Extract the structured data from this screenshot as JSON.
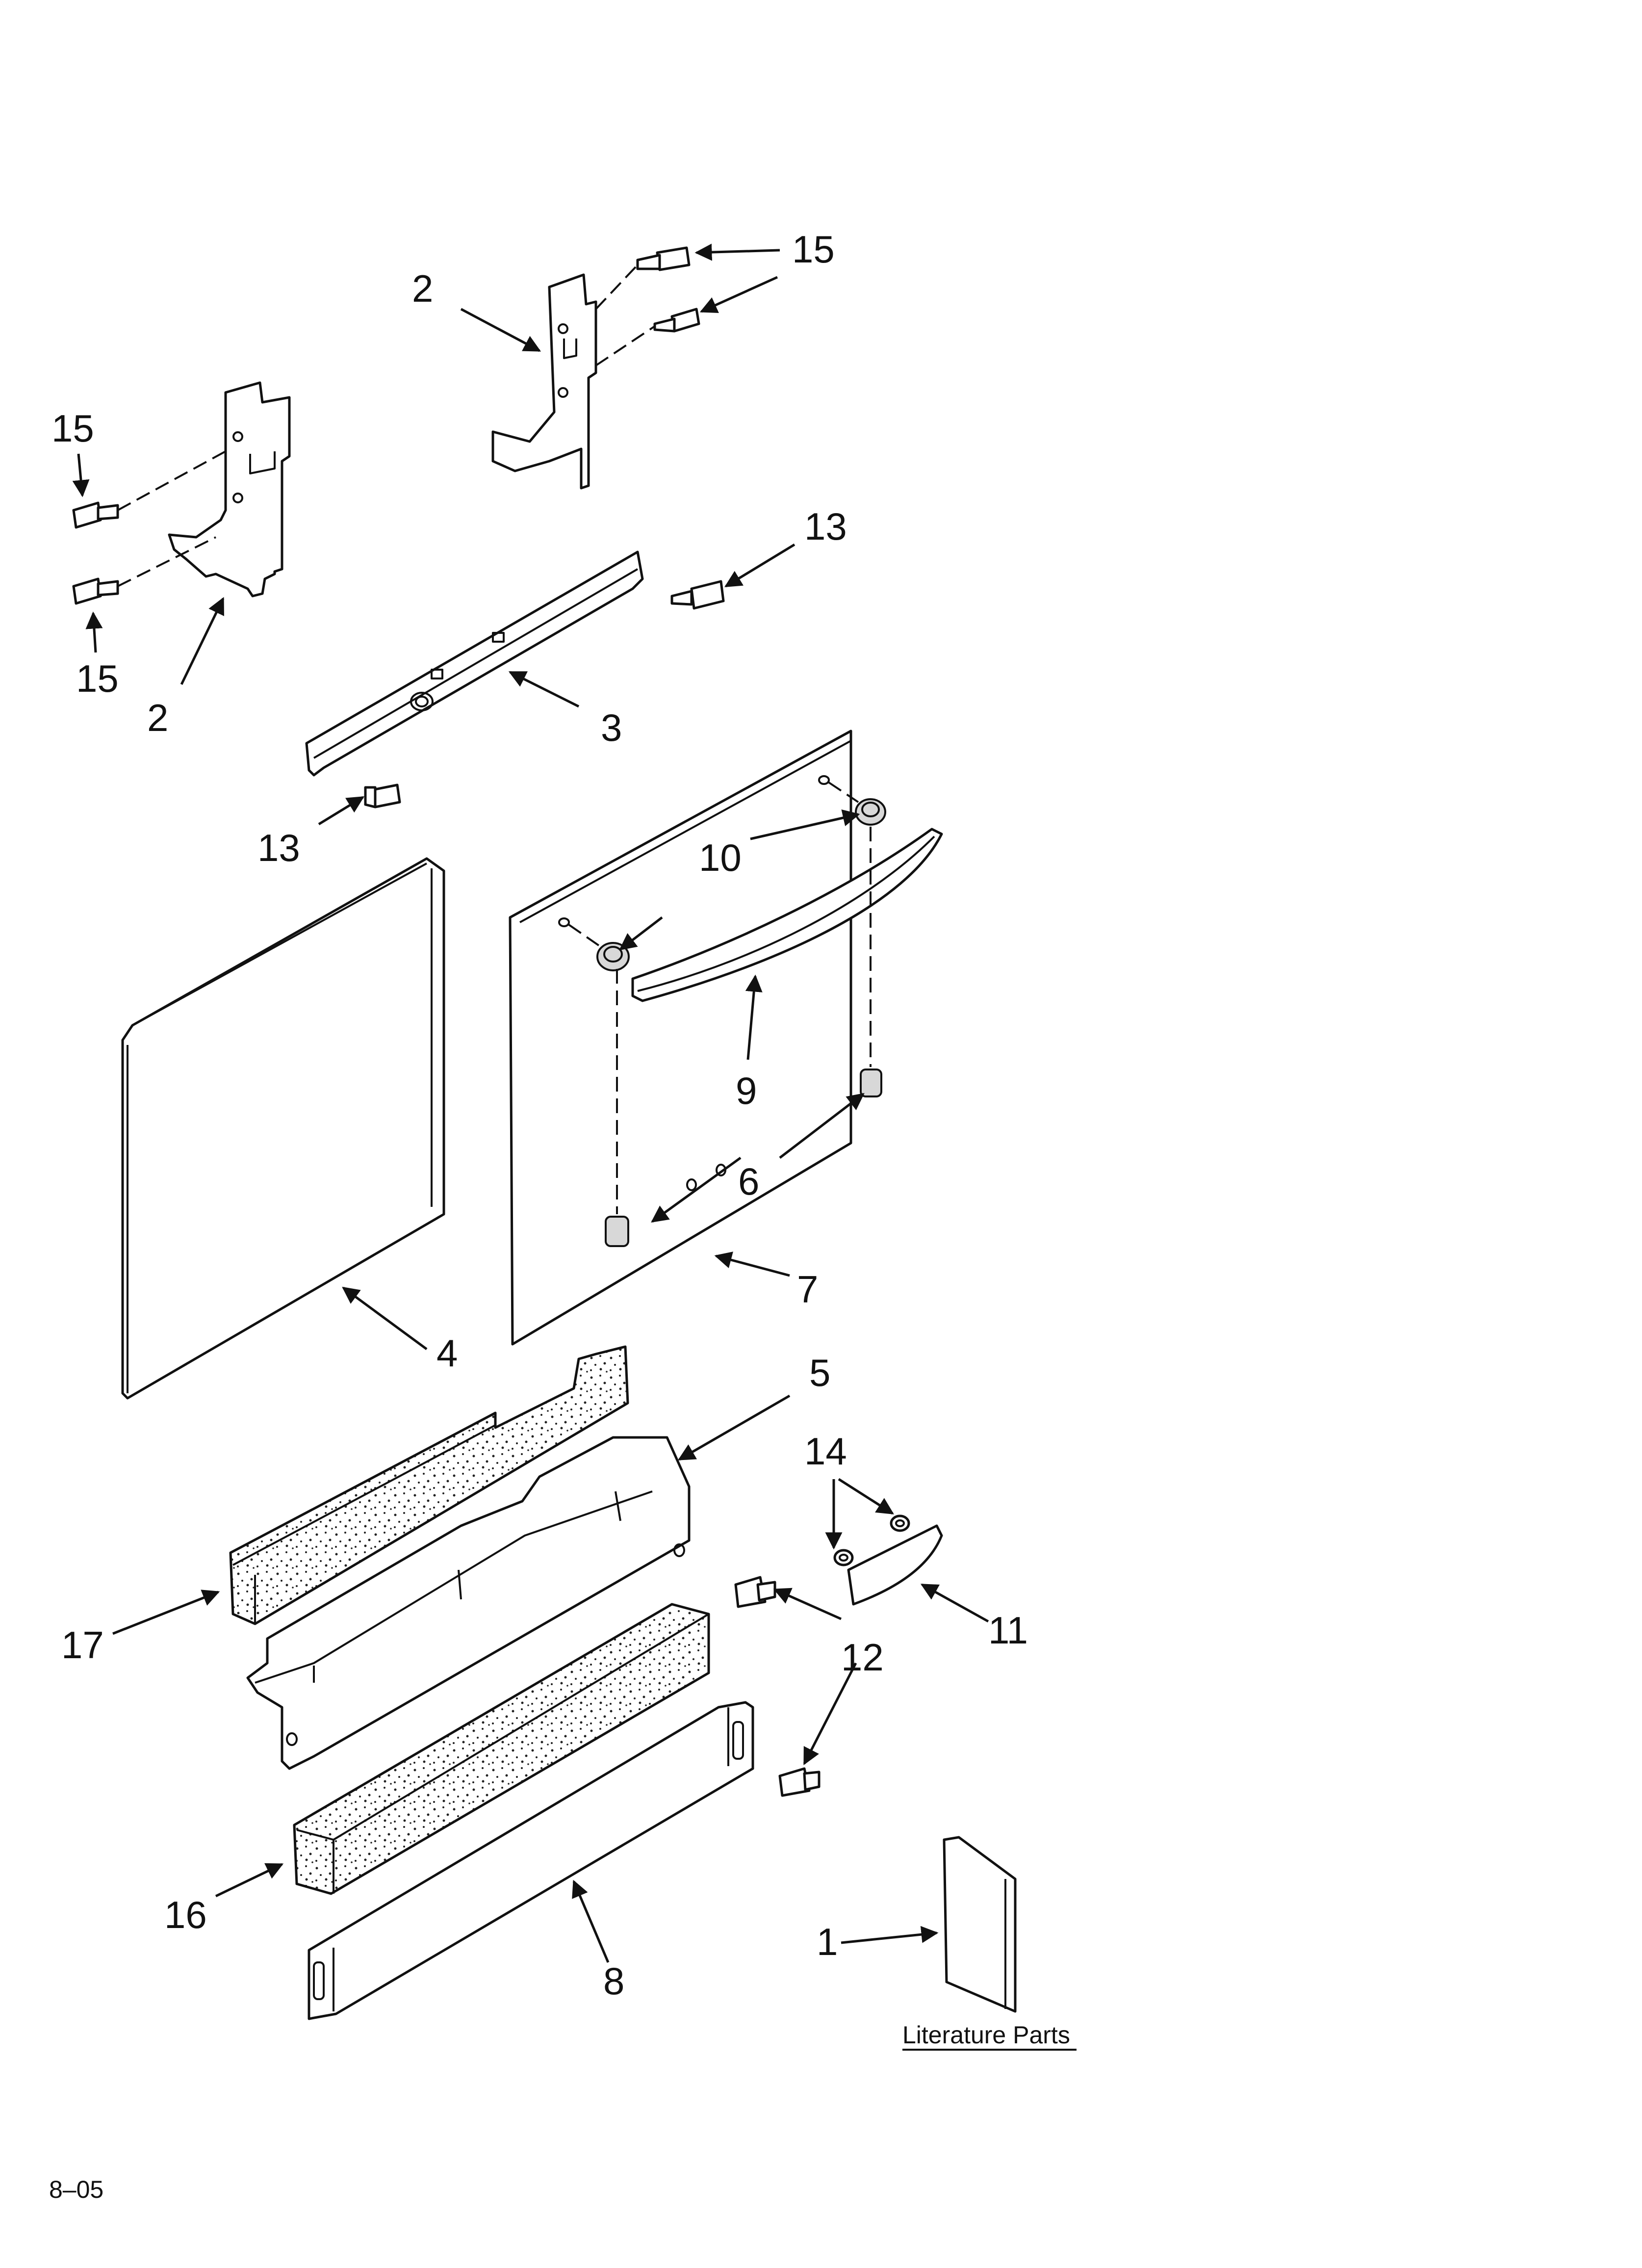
{
  "callouts": [
    {
      "id": "c2-top",
      "text": "2"
    },
    {
      "id": "c15-top",
      "text": "15"
    },
    {
      "id": "c15-left-a",
      "text": "15"
    },
    {
      "id": "c15-left-b",
      "text": "15"
    },
    {
      "id": "c2-left",
      "text": "2"
    },
    {
      "id": "c13-right",
      "text": "13"
    },
    {
      "id": "c3",
      "text": "3"
    },
    {
      "id": "c13-left",
      "text": "13"
    },
    {
      "id": "c10",
      "text": "10"
    },
    {
      "id": "c9",
      "text": "9"
    },
    {
      "id": "c6",
      "text": "6"
    },
    {
      "id": "c7",
      "text": "7"
    },
    {
      "id": "c4",
      "text": "4"
    },
    {
      "id": "c5",
      "text": "5"
    },
    {
      "id": "c14",
      "text": "14"
    },
    {
      "id": "c11",
      "text": "11"
    },
    {
      "id": "c17",
      "text": "17"
    },
    {
      "id": "c12",
      "text": "12"
    },
    {
      "id": "c16",
      "text": "16"
    },
    {
      "id": "c8",
      "text": "8"
    },
    {
      "id": "c1",
      "text": "1"
    }
  ],
  "literature_label": "Literature Parts",
  "footer_code": "8–05"
}
